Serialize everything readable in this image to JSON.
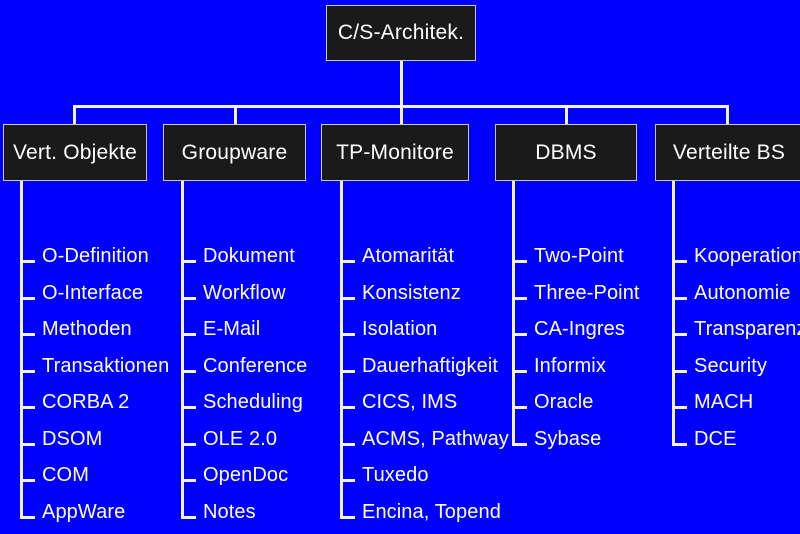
{
  "diagram": {
    "title": "C/S-Architek.",
    "background_color": "#0000ff",
    "box_fill_color": "#1a1a1a",
    "line_color": "#f2f2f2",
    "text_color": "#ffffff",
    "root": {
      "label": "C/S-Architek."
    },
    "categories": [
      {
        "label": "Vert. Objekte",
        "items": [
          "O-Definition",
          "O-Interface",
          "Methoden",
          "Transaktionen",
          "CORBA 2",
          "DSOM",
          "COM",
          "AppWare"
        ]
      },
      {
        "label": "Groupware",
        "items": [
          "Dokument",
          "Workflow",
          "E-Mail",
          "Conference",
          "Scheduling",
          "OLE 2.0",
          "OpenDoc",
          "Notes"
        ]
      },
      {
        "label": "TP-Monitore",
        "items": [
          "Atomarität",
          "Konsistenz",
          "Isolation",
          "Dauerhaftigkeit",
          "CICS, IMS",
          "ACMS, Pathway",
          "Tuxedo",
          "Encina, Topend"
        ]
      },
      {
        "label": "DBMS",
        "items": [
          "Two-Point",
          "Three-Point",
          "CA-Ingres",
          "Informix",
          "Oracle",
          "Sybase"
        ]
      },
      {
        "label": "Verteilte BS",
        "items": [
          "Kooperation",
          "Autonomie",
          "Transparenz",
          "Security",
          "MACH",
          "DCE"
        ]
      }
    ]
  }
}
